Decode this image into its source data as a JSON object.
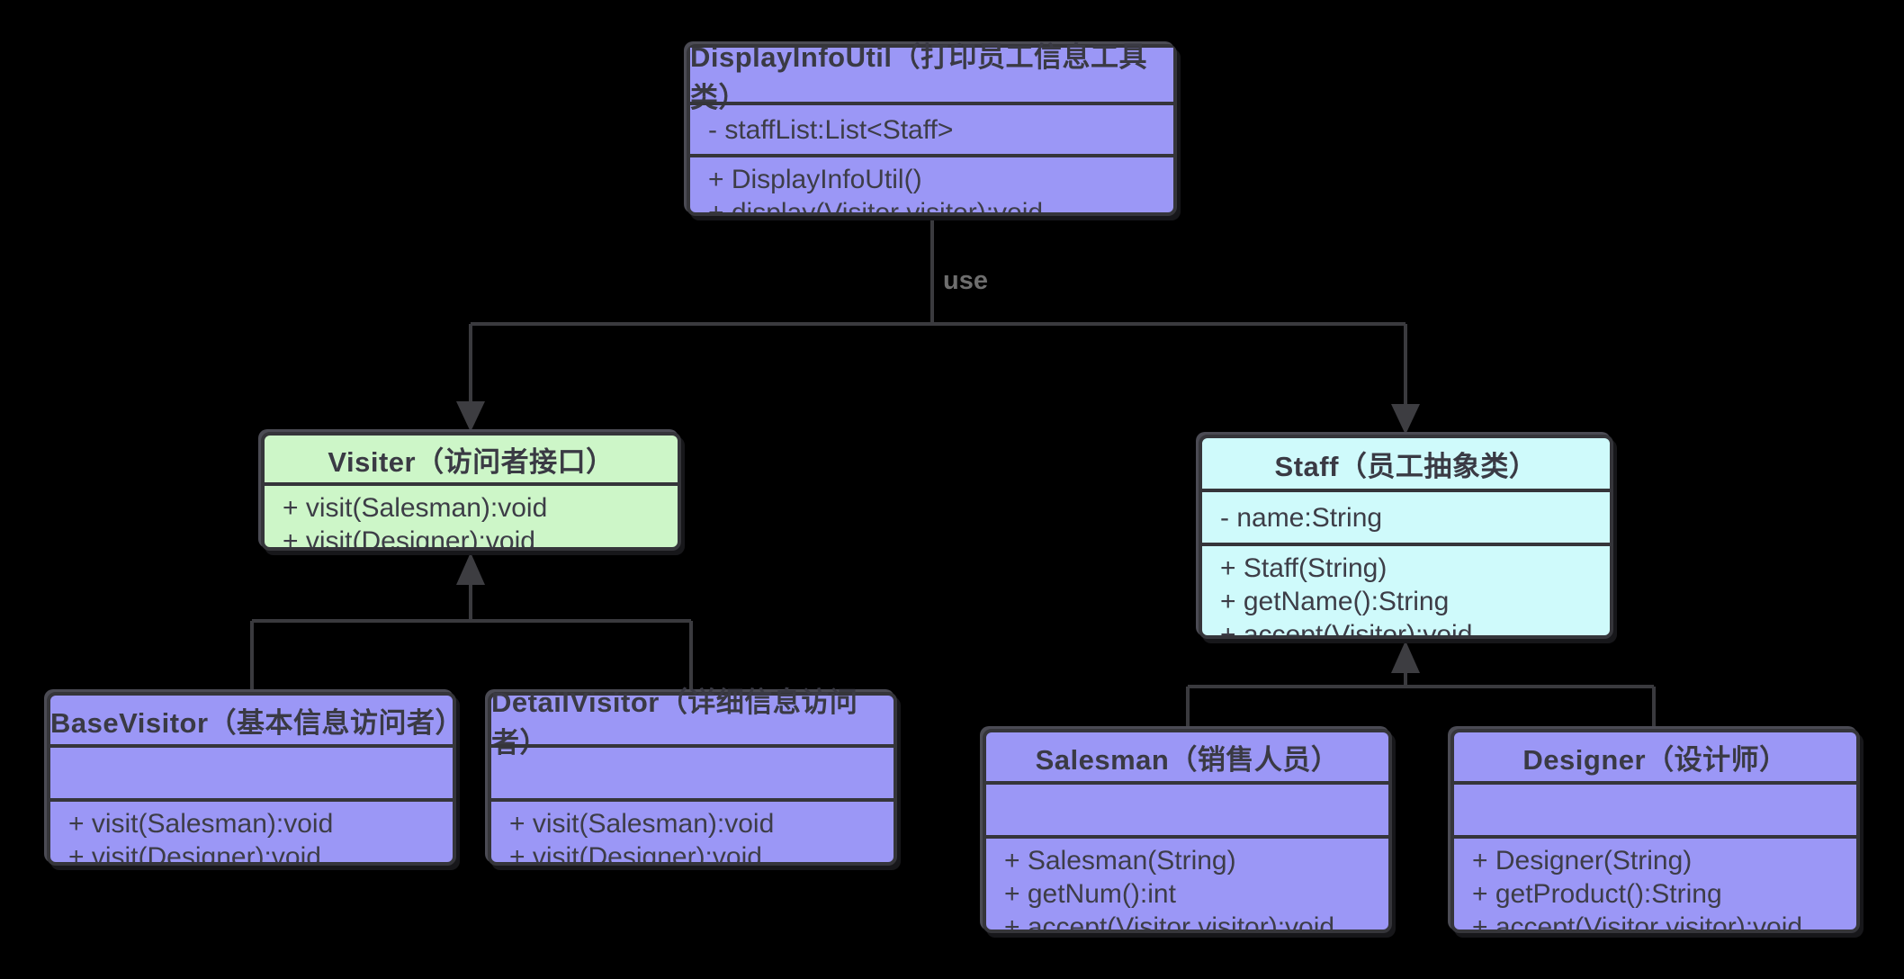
{
  "diagram": {
    "kind": "uml-class-diagram",
    "background_color": "#000000",
    "colors": {
      "purple_fill": "#9b97f6",
      "green_fill": "#cdf6c8",
      "cyan_fill": "#cffafb",
      "border": "#35353a",
      "line": "#3a3a3e",
      "text": "#3d3d47",
      "edge_label_text": "#6e6e6e"
    }
  },
  "classes": [
    {
      "name": "DisplayInfoUtil（打印员工信息工具类）",
      "attributes": [
        "- staffList:List<Staff>"
      ],
      "methods": [
        "+ DisplayInfoUtil()",
        "+ display(Visitor visitor):void"
      ]
    },
    {
      "name": "Visiter（访问者接口）",
      "attributes": [],
      "methods": [
        "+ visit(Salesman):void",
        "+ visit(Designer):void"
      ]
    },
    {
      "name": "Staff（员工抽象类）",
      "attributes": [
        "- name:String"
      ],
      "methods": [
        "+ Staff(String)",
        "+ getName():String",
        "+ accept(Visitor):void"
      ]
    },
    {
      "name": "BaseVisitor（基本信息访问者）",
      "attributes": [],
      "methods": [
        "+ visit(Salesman):void",
        "+ visit(Designer):void"
      ]
    },
    {
      "name": "DetailVisitor（详细信息访问者）",
      "attributes": [],
      "methods": [
        "+ visit(Salesman):void",
        "+ visit(Designer):void"
      ]
    },
    {
      "name": "Salesman（销售人员）",
      "attributes": [],
      "methods": [
        "+ Salesman(String)",
        "+ getNum():int",
        "+ accept(Visitor visitor):void"
      ]
    },
    {
      "name": "Designer（设计师）",
      "attributes": [],
      "methods": [
        "+ Designer(String)",
        "+ getProduct():String",
        "+ accept(Visitor visitor):void"
      ]
    }
  ],
  "relationships": [
    {
      "from": "DisplayInfoUtil",
      "to": "Visiter",
      "type": "use",
      "label": "use"
    },
    {
      "from": "DisplayInfoUtil",
      "to": "Staff",
      "type": "use",
      "label": "use"
    },
    {
      "from": "BaseVisitor",
      "to": "Visiter",
      "type": "generalization"
    },
    {
      "from": "DetailVisitor",
      "to": "Visiter",
      "type": "generalization"
    },
    {
      "from": "Salesman",
      "to": "Staff",
      "type": "generalization"
    },
    {
      "from": "Designer",
      "to": "Staff",
      "type": "generalization"
    }
  ],
  "edge": {
    "use_label": "use"
  }
}
